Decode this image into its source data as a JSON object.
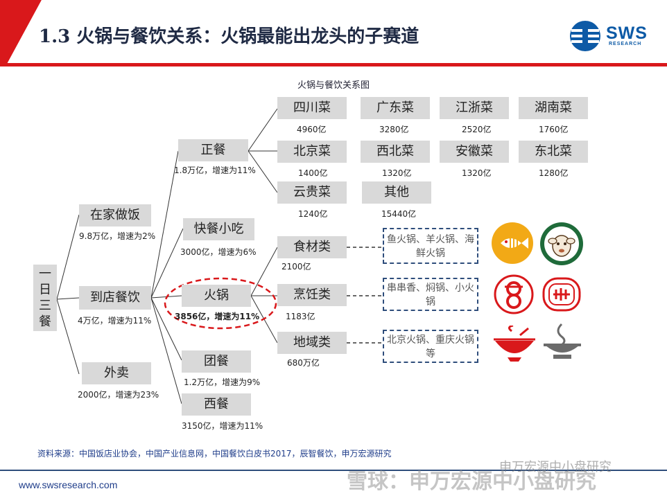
{
  "header": {
    "title": "1.3 火锅与餐饮关系：火锅最能出龙头的子赛道",
    "logo_text": "SWS",
    "logo_sub": "RESEARCH",
    "accent_red": "#d9181b",
    "brand_blue": "#0d5aa6"
  },
  "diagram": {
    "title": "火锅与餐饮关系图",
    "root": "一日三餐",
    "level1": [
      {
        "label": "在家做饭",
        "value": "9.8万亿，增速为2%"
      },
      {
        "label": "到店餐饮",
        "value": "4万亿，增速为11%"
      },
      {
        "label": "外卖",
        "value": "2000亿，增速为23%"
      }
    ],
    "level2": [
      {
        "label": "正餐",
        "value": "1.8万亿，增速为11%"
      },
      {
        "label": "快餐小吃",
        "value": "3000亿，增速为6%"
      },
      {
        "label": "火锅",
        "value": "3856亿，增速为11%"
      },
      {
        "label": "团餐",
        "value": "1.2万亿，增速为9%"
      },
      {
        "label": "西餐",
        "value": "3150亿，增速为11%"
      }
    ],
    "cuisines": [
      {
        "label": "四川菜",
        "value": "4960亿"
      },
      {
        "label": "广东菜",
        "value": "3280亿"
      },
      {
        "label": "江浙菜",
        "value": "2520亿"
      },
      {
        "label": "湖南菜",
        "value": "1760亿"
      },
      {
        "label": "北京菜",
        "value": "1400亿"
      },
      {
        "label": "西北菜",
        "value": "1320亿"
      },
      {
        "label": "安徽菜",
        "value": "1320亿"
      },
      {
        "label": "东北菜",
        "value": "1280亿"
      },
      {
        "label": "云贵菜",
        "value": "1240亿"
      },
      {
        "label": "其他",
        "value": "15440亿"
      }
    ],
    "hotpot_types": [
      {
        "label": "食材类",
        "value": "2100亿",
        "examples": "鱼火锅、羊火锅、海鲜火锅"
      },
      {
        "label": "烹饪类",
        "value": "1183亿",
        "examples": "串串香、焖锅、小火锅"
      },
      {
        "label": "地域类",
        "value": "680万亿",
        "examples": "北京火锅、重庆火锅等"
      }
    ]
  },
  "footer": {
    "source": "资料来源：中国饭店业协会，中国产业信息网，中国餐饮白皮书2017，辰智餐饮，申万宏源研究",
    "website": "www.swsresearch.com",
    "watermark": "雪球：申万宏源中小盘研究",
    "watermark2": "申万宏源中小盘研究"
  }
}
